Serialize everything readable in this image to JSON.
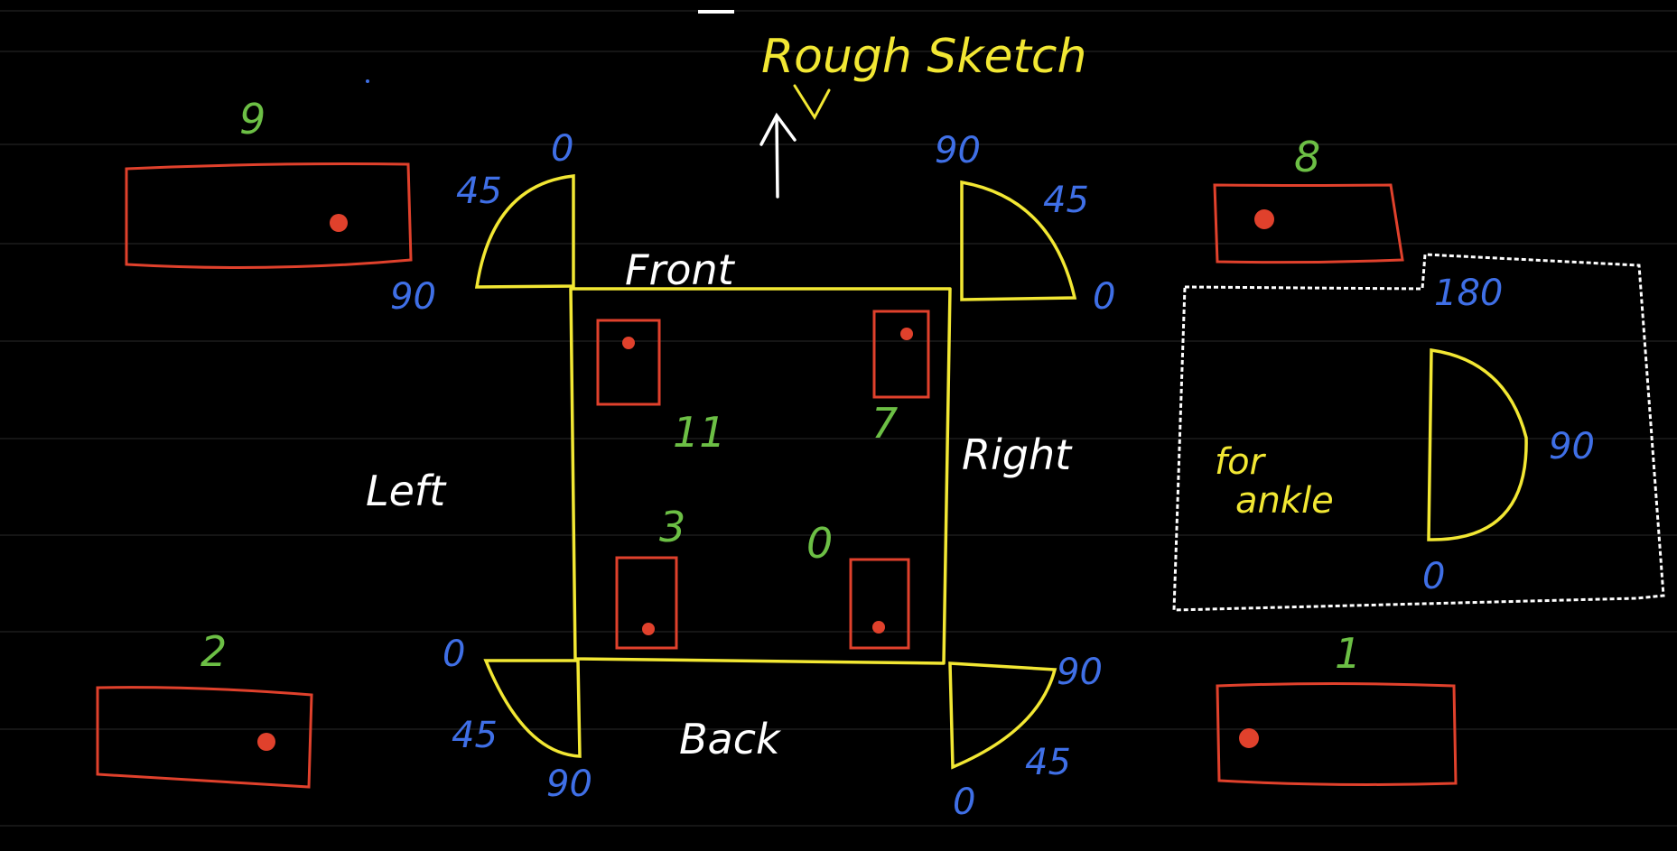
{
  "colors": {
    "background": "#000000",
    "rule_line": "#1c1c1c",
    "body_outline": "#f2e733",
    "servo_outline": "#e0412c",
    "servo_dot": "#e0412c",
    "angle_label": "#3f6fe6",
    "servo_id": "#6cbf45",
    "direction_label": "#ffffff",
    "note_text": "#f2e733",
    "ankle_frame": "#ffffff"
  },
  "title": "Rough Sketch",
  "directions": {
    "front": "Front",
    "back": "Back",
    "left": "Left",
    "right": "Right"
  },
  "ankle_note": {
    "line1": "for",
    "line2": "ankle"
  },
  "servo_ids": {
    "top_left_outer": "9",
    "top_right_outer": "8",
    "bottom_left_outer": "2",
    "bottom_right_outer": "1",
    "inner_front_left": "11",
    "inner_front_right": "7",
    "inner_back_left": "3",
    "inner_back_right": "0"
  },
  "angles": {
    "top_left_outer_end": "90",
    "front_left_top": "0",
    "front_left_mid": "45",
    "front_right_top": "90",
    "front_right_mid": "45",
    "front_right_end": "0",
    "back_left_top": "0",
    "back_left_mid": "45",
    "back_left_bottom": "90",
    "back_right_top": "90",
    "back_right_mid": "45",
    "back_right_bottom": "0",
    "ankle_top": "180",
    "ankle_right": "90",
    "ankle_bottom": "0"
  }
}
